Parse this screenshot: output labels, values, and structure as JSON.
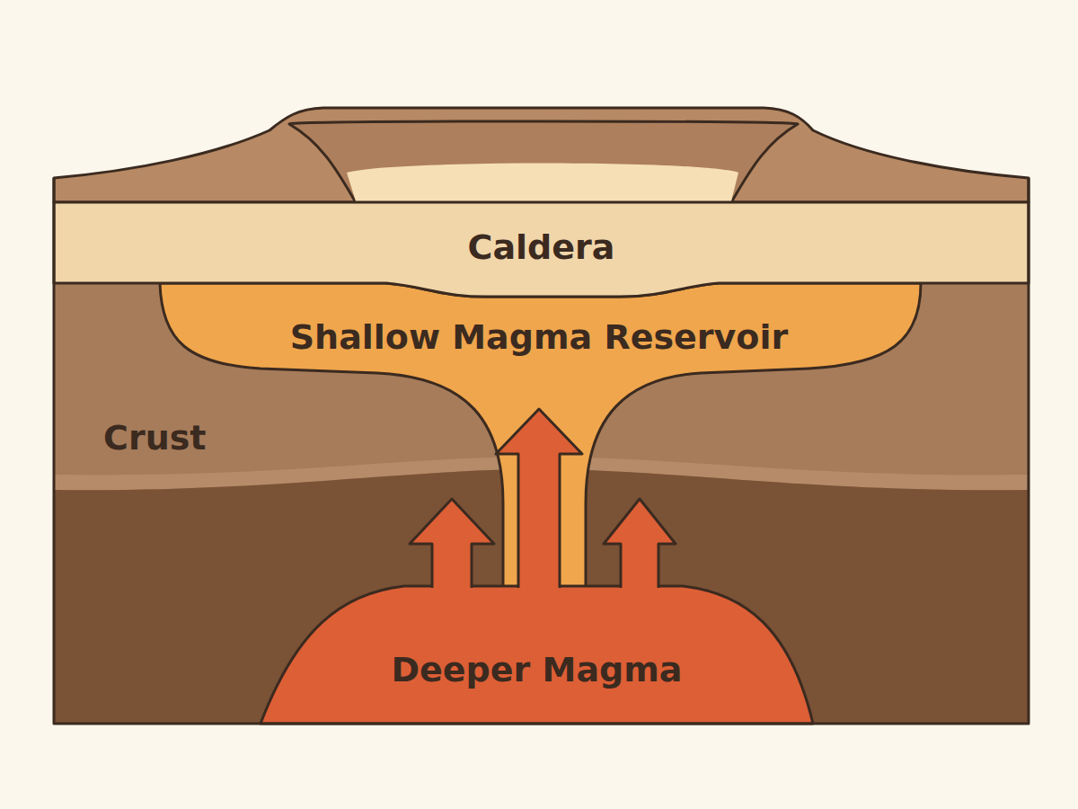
{
  "diagram": {
    "nodes": [
      {
        "text": [
          "Caldera"
        ]
      },
      {
        "text": [
          "Shallow Magma Reservoir"
        ]
      },
      {
        "text": [
          "Crust"
        ]
      },
      {
        "text": [
          "Deeper Magma"
        ]
      }
    ],
    "edges": [
      {
        "from": 3,
        "to": 1,
        "arrow": "to"
      },
      {
        "from": 3,
        "to": 1,
        "arrow": "to"
      },
      {
        "from": 3,
        "to": 1,
        "arrow": "to"
      }
    ]
  }
}
